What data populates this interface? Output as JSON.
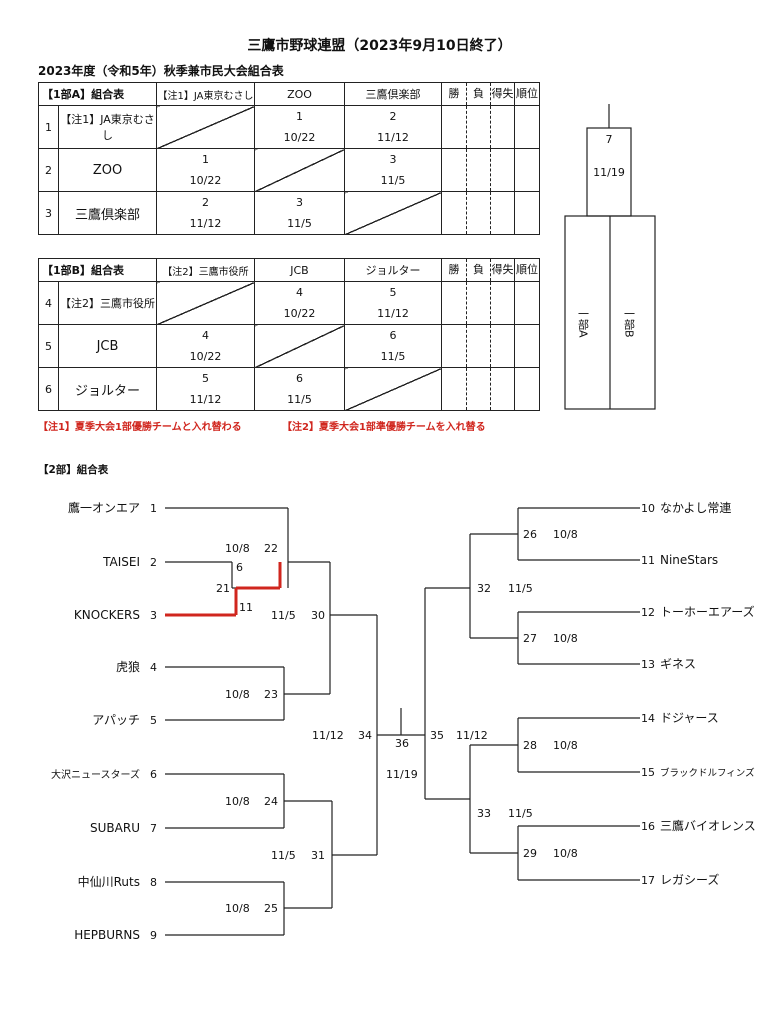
{
  "header": {
    "title": "三鷹市野球連盟（2023年9月10日終了）",
    "subtitle": "2023年度（令和5年）秋季兼市民大会組合表"
  },
  "groupA": {
    "label": "【1部A】組合表",
    "cols": [
      "【注1】JA東京むさし",
      "ZOO",
      "三鷹倶楽部"
    ],
    "stat_headers": [
      "勝",
      "負",
      "得失",
      "順位"
    ],
    "rows": [
      {
        "no": "1",
        "team": "【注1】JA東京むさし",
        "cells": [
          null,
          {
            "game": "1",
            "date": "10/22"
          },
          {
            "game": "2",
            "date": "11/12"
          }
        ]
      },
      {
        "no": "2",
        "team": "ZOO",
        "cells": [
          {
            "game": "1",
            "date": "10/22"
          },
          null,
          {
            "game": "3",
            "date": "11/5"
          }
        ]
      },
      {
        "no": "3",
        "team": "三鷹倶楽部",
        "cells": [
          {
            "game": "2",
            "date": "11/12"
          },
          {
            "game": "3",
            "date": "11/5"
          },
          null
        ]
      }
    ]
  },
  "groupB": {
    "label": "【1部B】組合表",
    "cols": [
      "【注2】三鷹市役所",
      "JCB",
      "ジョルター"
    ],
    "stat_headers": [
      "勝",
      "負",
      "得失",
      "順位"
    ],
    "rows": [
      {
        "no": "4",
        "team": "【注2】三鷹市役所",
        "cells": [
          null,
          {
            "game": "4",
            "date": "10/22"
          },
          {
            "game": "5",
            "date": "11/12"
          }
        ]
      },
      {
        "no": "5",
        "team": "JCB",
        "cells": [
          {
            "game": "4",
            "date": "10/22"
          },
          null,
          {
            "game": "6",
            "date": "11/5"
          }
        ]
      },
      {
        "no": "6",
        "team": "ジョルター",
        "cells": [
          {
            "game": "5",
            "date": "11/12"
          },
          {
            "game": "6",
            "date": "11/5"
          },
          null
        ]
      }
    ]
  },
  "notes": {
    "note1": "【注1】夏季大会1部優勝チームと入れ替わる",
    "note2": "【注2】夏季大会1部準優勝チームを入れ替る"
  },
  "final1": {
    "game": "7",
    "date": "11/19",
    "left": "一部A",
    "right": "一部B"
  },
  "div2": {
    "label": "【2部】組合表",
    "left_teams": [
      {
        "name": "鷹一オンエア",
        "seed": "1"
      },
      {
        "name": "TAISEI",
        "seed": "2"
      },
      {
        "name": "KNOCKERS",
        "seed": "3"
      },
      {
        "name": "虎狼",
        "seed": "4"
      },
      {
        "name": "アパッチ",
        "seed": "5"
      },
      {
        "name": "大沢ニュースターズ",
        "seed": "6"
      },
      {
        "name": "SUBARU",
        "seed": "7"
      },
      {
        "name": "中仙川Ruts",
        "seed": "8"
      },
      {
        "name": "HEPBURNS",
        "seed": "9"
      }
    ],
    "right_teams": [
      {
        "name": "なかよし常連",
        "seed": "10"
      },
      {
        "name": "NineStars",
        "seed": "11"
      },
      {
        "name": "トーホーエアーズ",
        "seed": "12"
      },
      {
        "name": "ギネス",
        "seed": "13"
      },
      {
        "name": "ドジャース",
        "seed": "14"
      },
      {
        "name": "ブラックドルフィンズ",
        "seed": "15"
      },
      {
        "name": "三鷹バイオレンス",
        "seed": "16"
      },
      {
        "name": "レガシーズ",
        "seed": "17"
      }
    ],
    "games": {
      "g21": "21",
      "g6": "6",
      "g11": "11",
      "g22": "22",
      "d22": "10/8",
      "g23": "23",
      "d23": "10/8",
      "g24": "24",
      "d24": "10/8",
      "g25": "25",
      "d25": "10/8",
      "g30": "30",
      "d30": "11/5",
      "g31": "31",
      "d31": "11/5",
      "g34": "34",
      "d34": "11/12",
      "g36": "36",
      "d36": "11/19",
      "g26": "26",
      "d26": "10/8",
      "g27": "27",
      "d27": "10/8",
      "g28": "28",
      "d28": "10/8",
      "g29": "29",
      "d29": "10/8",
      "g32": "32",
      "d32": "11/5",
      "g33": "33",
      "d33": "11/5",
      "g35": "35",
      "d35": "11/12"
    }
  },
  "colors": {
    "note_red": "#d0261e",
    "winner_line": "#d0261e"
  }
}
